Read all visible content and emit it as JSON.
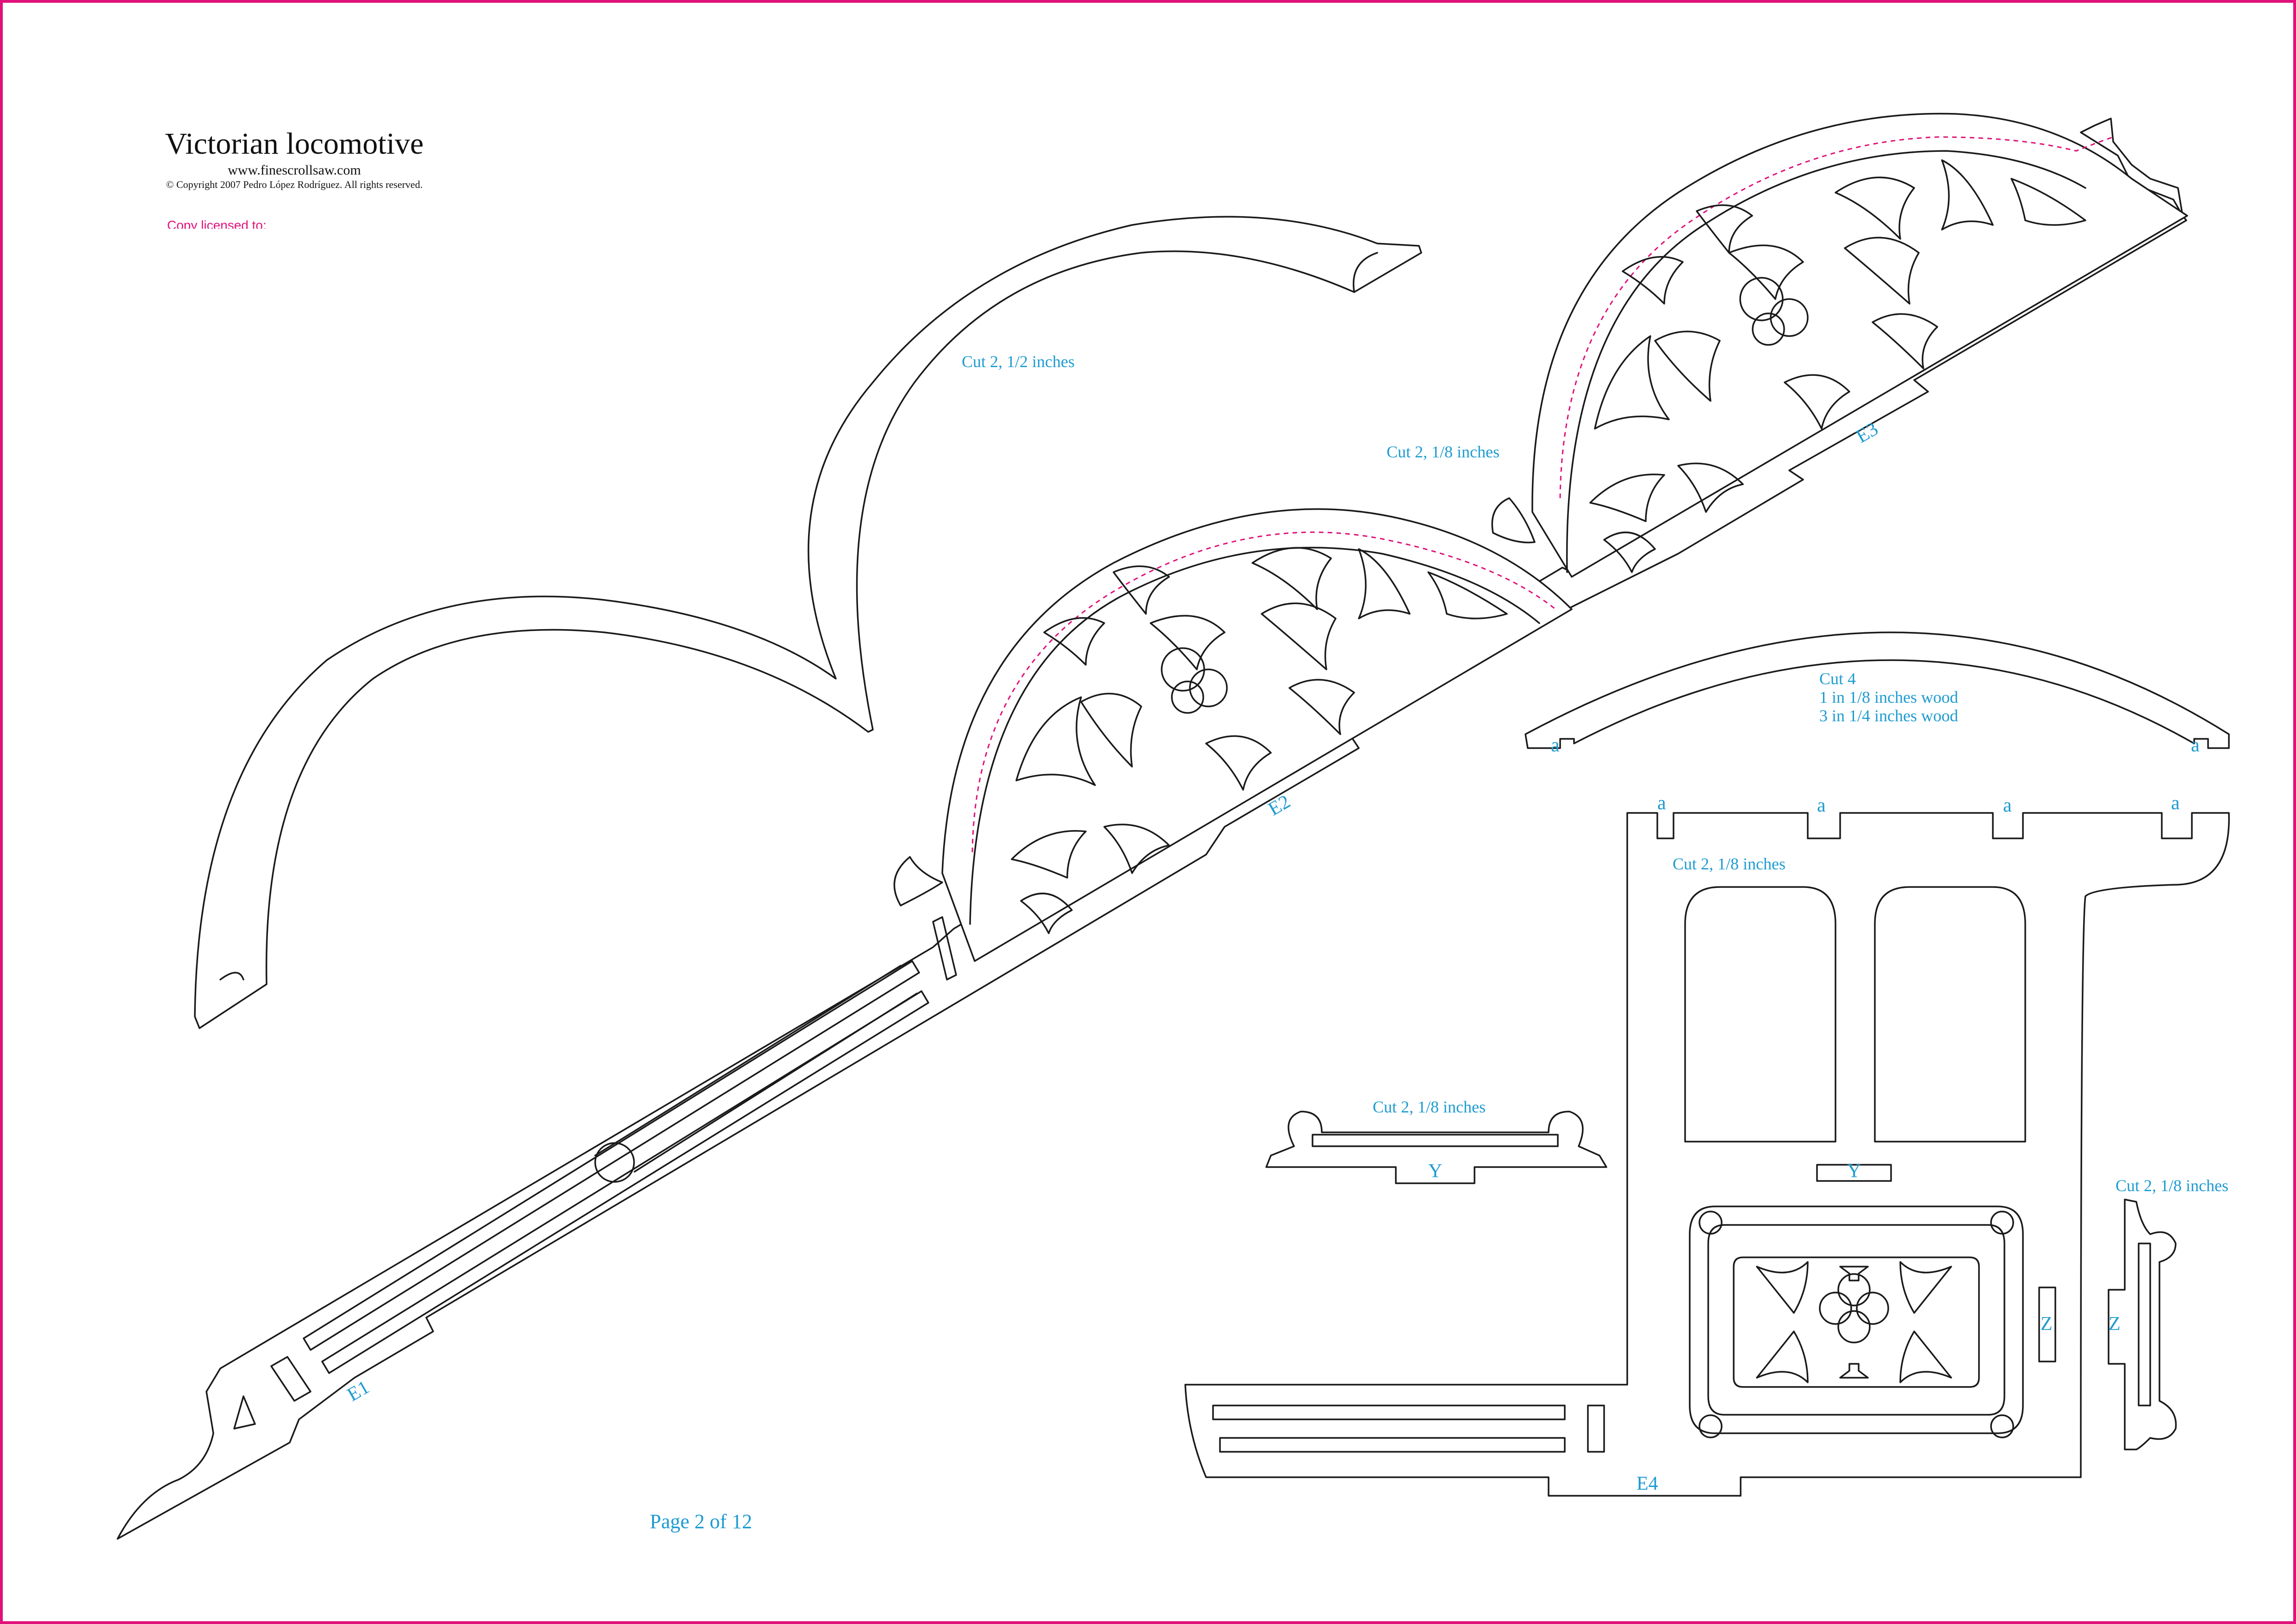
{
  "header": {
    "title": "Victorian locomotive",
    "website": "www.finescrollsaw.com",
    "copyright": "© Copyright 2007 Pedro López Rodríguez. All rights reserved.",
    "license": "Copy licensed to:"
  },
  "labels": {
    "cut_half_inch": "Cut 2, 1/2 inches",
    "cut_e_arch": "Cut 2, 1/8 inches",
    "cut4": "Cut 4",
    "cut4_line1": "1 in 1/8 inches wood",
    "cut4_line2": "3 in 1/4 inches wood",
    "cut_e4": "Cut 2, 1/8 inches",
    "cut_y": "Cut 2, 1/8 inches",
    "cut_z": "Cut 2, 1/8 inches"
  },
  "parts": {
    "e1": "E1",
    "e2": "E2",
    "e3": "E3",
    "e4": "E4",
    "a": "a",
    "y": "Y",
    "z": "Z"
  },
  "footer": {
    "page": "Page 2 of 12"
  },
  "colors": {
    "frame": "#e0117a",
    "label": "#1e9bd1",
    "cut_line": "#1a1a1a",
    "guide": "#e0117a"
  }
}
